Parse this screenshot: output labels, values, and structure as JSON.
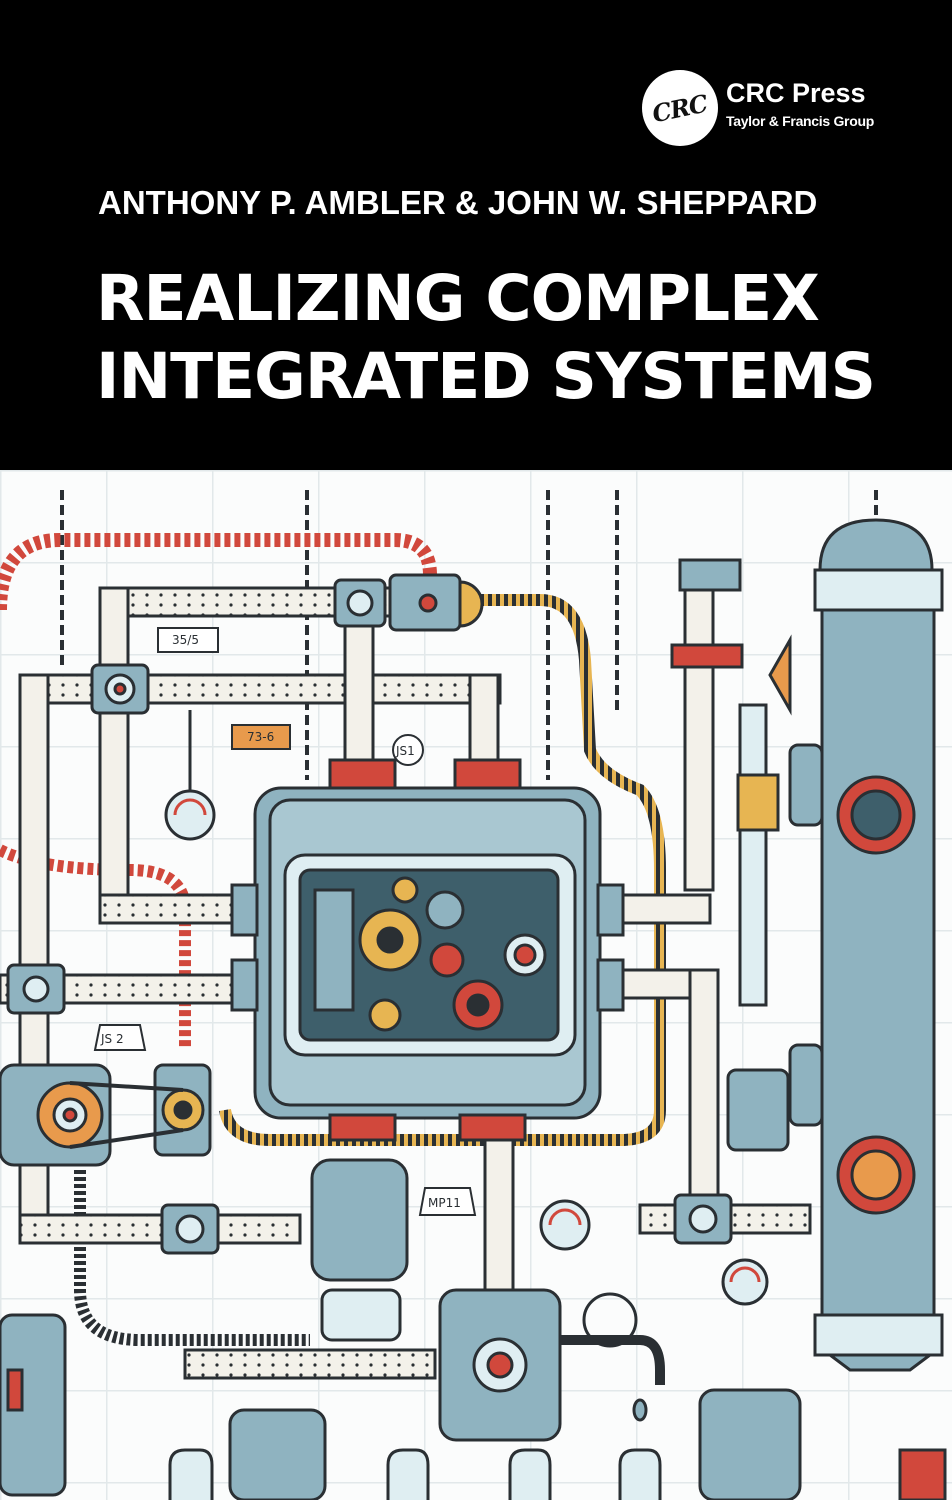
{
  "publisher": {
    "logo_text": "CRC",
    "name": "CRC Press",
    "group": "Taylor & Francis Group"
  },
  "authors": "ANTHONY P. AMBLER & JOHN W. SHEPPARD",
  "title_line1": "REALIZING COMPLEX",
  "title_line2": "INTEGRATED SYSTEMS",
  "illustration": {
    "tags": [
      "35/5",
      "73-6",
      "JS1",
      "JS 2",
      "MP11"
    ],
    "colors": {
      "steel": "#8fb3c0",
      "steel_light": "#dfeef2",
      "outline": "#2a2f33",
      "accent_red": "#d1483c",
      "accent_orange": "#e89a4c",
      "accent_yellow": "#e7b552",
      "window": "#3e5f6b"
    }
  }
}
